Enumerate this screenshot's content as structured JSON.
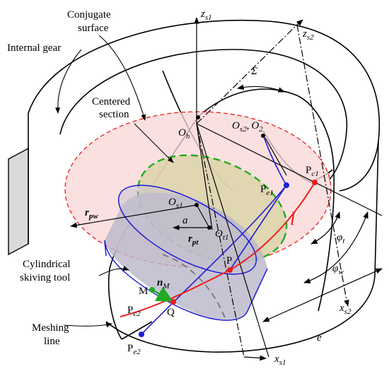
{
  "labels": {
    "conjugate_surface_1": "Conjugate",
    "conjugate_surface_2": "surface",
    "internal_gear": "Internal gear",
    "centered_section_1": "Centered",
    "centered_section_2": "section",
    "cyl_tool_1": "Cylindrical",
    "cyl_tool_2": "skiving tool",
    "meshing_line_1": "Meshing",
    "meshing_line_2": "line",
    "sigma": "Σ",
    "z": "z",
    "zs1_sub": "s1",
    "zs2_sub": "s2",
    "x": "x",
    "xs1_sub": "s1",
    "xs2_sub": "s2",
    "O": "O",
    "Oh_sub": "h",
    "Os2_sub": "s2",
    "O2_sub": "2",
    "Os1_sub": "s1",
    "Ot1_sub": "t1",
    "comma": ",",
    "P": "P",
    "Pc1_sub": "c1",
    "Pe1_sub": "e1",
    "Pc2_sub": "c2",
    "Pe2_sub": "e2",
    "l": "l",
    "a": "a",
    "r": "r",
    "rpw_sub": "pw",
    "rpt_sub": "pt",
    "phi": "φ",
    "phit_sub": "t",
    "phiw_sub": "w",
    "e": "e",
    "M": "M",
    "n": "n",
    "nM_sub": "M",
    "Q": "Q"
  },
  "colors": {
    "red": "#ee1c1c",
    "blue": "#1d1dd6",
    "green": "#22aa22",
    "pink_fill": "#f9d6d6",
    "olive_fill": "#d9d3a6",
    "gray_fill": "#b9b6c9"
  }
}
